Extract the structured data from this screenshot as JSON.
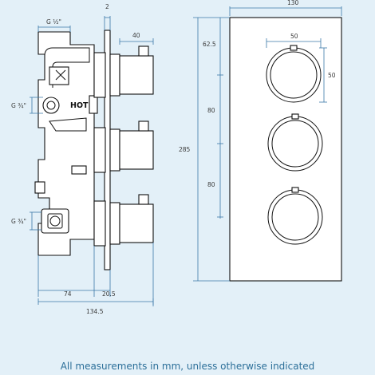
{
  "side_view": {
    "top_label": "2",
    "inlet_label": "G ½\"",
    "handle_width_label": "40",
    "hot_label": "HOT",
    "g_upper_label": "G ¾\"",
    "g_lower_label": "G ¾\"",
    "depth_label": "74",
    "plate_label": "20.5",
    "total_label": "134.5"
  },
  "front_view": {
    "width_label": "130",
    "height_label": "285",
    "top_offset_label": "62.5",
    "spacing_upper_label": "80",
    "spacing_lower_label": "80",
    "knob_width_label": "50",
    "knob_height_label": "50"
  },
  "footer": "All measurements in mm, unless otherwise indicated"
}
